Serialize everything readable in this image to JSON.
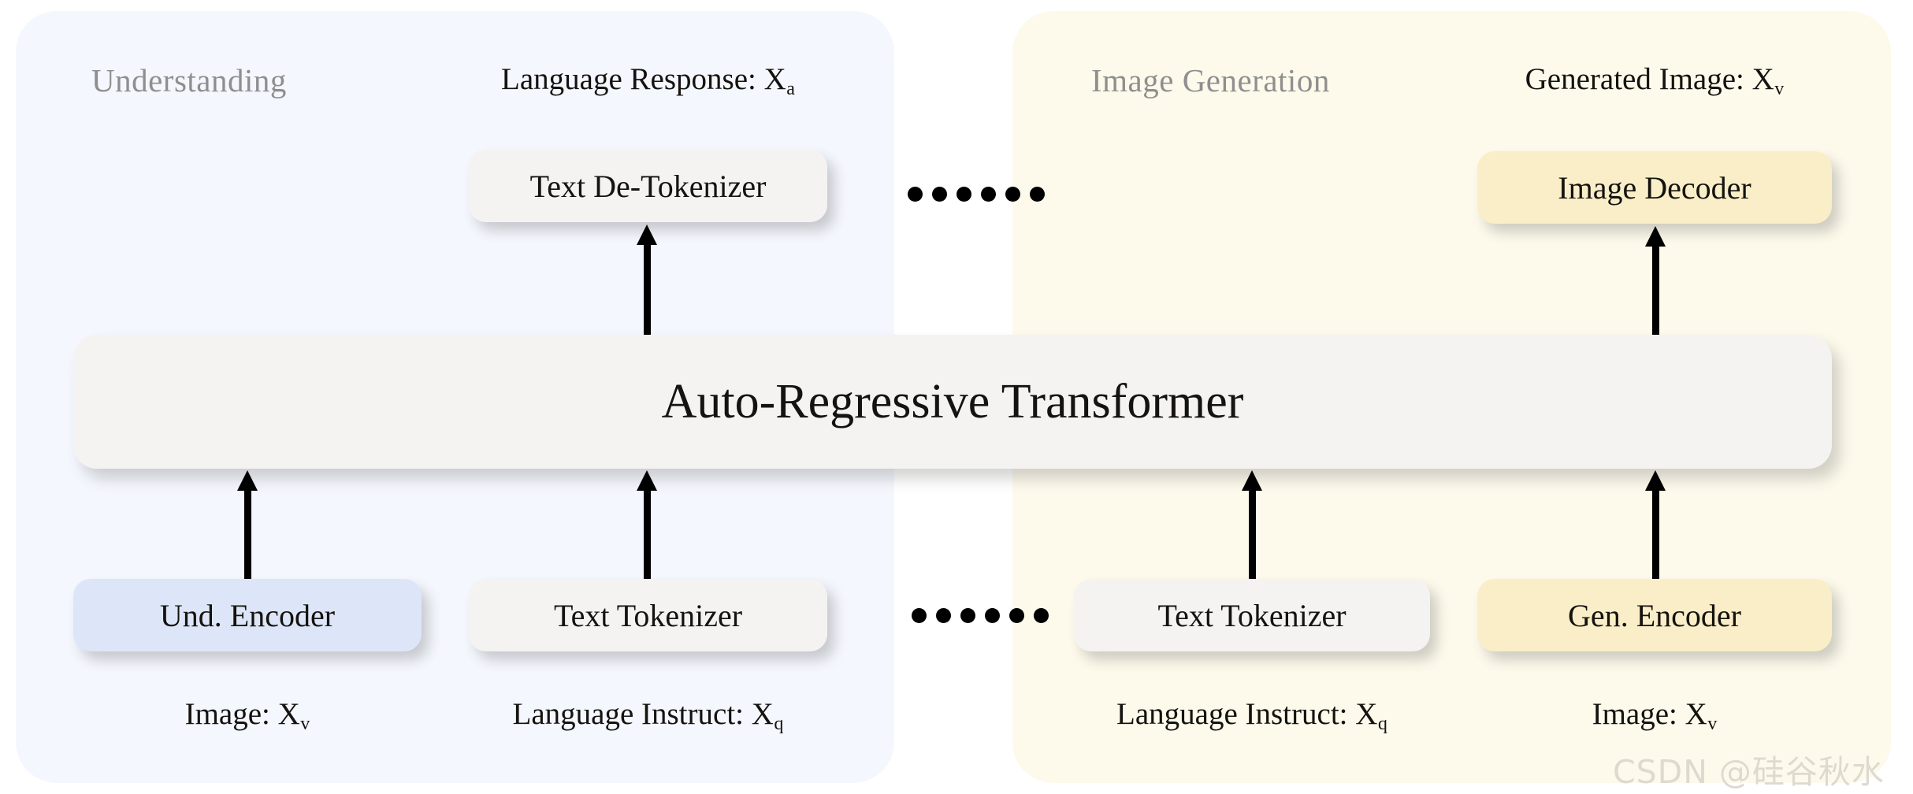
{
  "figure": {
    "panels": [
      {
        "id": "understanding",
        "title": "Understanding",
        "accent": "#dde6f8",
        "background": "#f4f7fd"
      },
      {
        "id": "generation",
        "title": "Image Generation",
        "accent": "#faeec8",
        "background": "#fdfaec"
      }
    ],
    "outputs": {
      "language_response": {
        "text": "Language Response: X",
        "subscript": "a"
      },
      "generated_image": {
        "text": "Generated Image: X",
        "subscript": "v"
      }
    },
    "inputs": {
      "und_image": {
        "text": "Image: X",
        "subscript": "v"
      },
      "und_language": {
        "text": "Language Instruct: X",
        "subscript": "q"
      },
      "gen_language": {
        "text": "Language Instruct: X",
        "subscript": "q"
      },
      "gen_image": {
        "text": "Image: X",
        "subscript": "v"
      }
    },
    "nodes": {
      "text_detokenizer": "Text De-Tokenizer",
      "image_decoder": "Image Decoder",
      "transformer": "Auto-Regressive Transformer",
      "und_encoder": "Und. Encoder",
      "text_tokenizer_left": "Text Tokenizer",
      "text_tokenizer_right": "Text Tokenizer",
      "gen_encoder": "Gen. Encoder"
    },
    "ellipsis_dot_count": 6,
    "watermark": "CSDN @硅谷秋水"
  }
}
